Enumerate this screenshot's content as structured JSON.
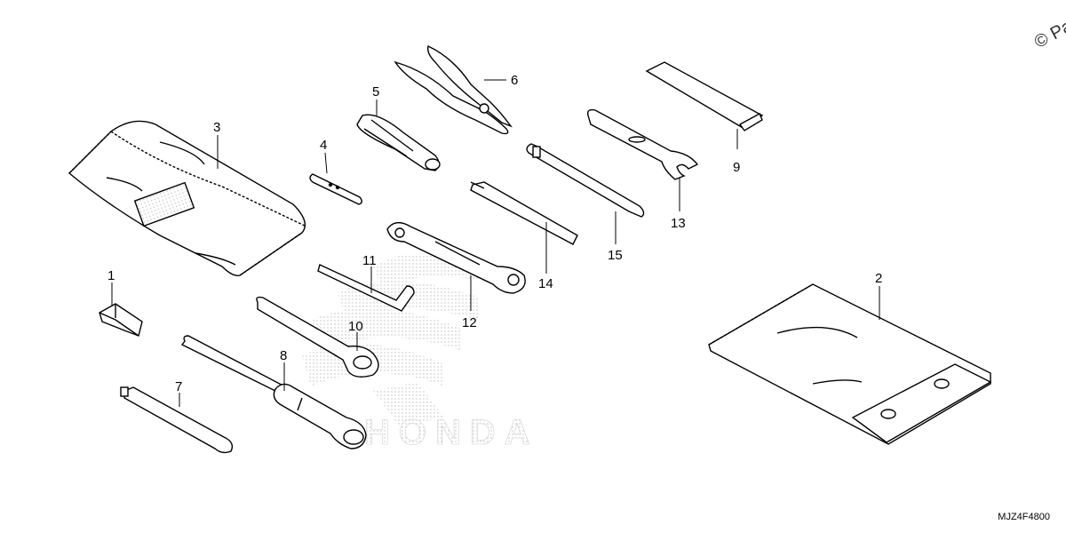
{
  "watermark_copyright": "© Parts",
  "diagram_code": "MJZ4F4800",
  "watermark_logo_text": "HONDA",
  "callouts": {
    "c1": "1",
    "c2": "2",
    "c3": "3",
    "c4": "4",
    "c5": "5",
    "c6": "6",
    "c7": "7",
    "c8": "8",
    "c9": "9",
    "c10": "10",
    "c11": "11",
    "c12": "12",
    "c13": "13",
    "c14": "14",
    "c15": "15"
  }
}
